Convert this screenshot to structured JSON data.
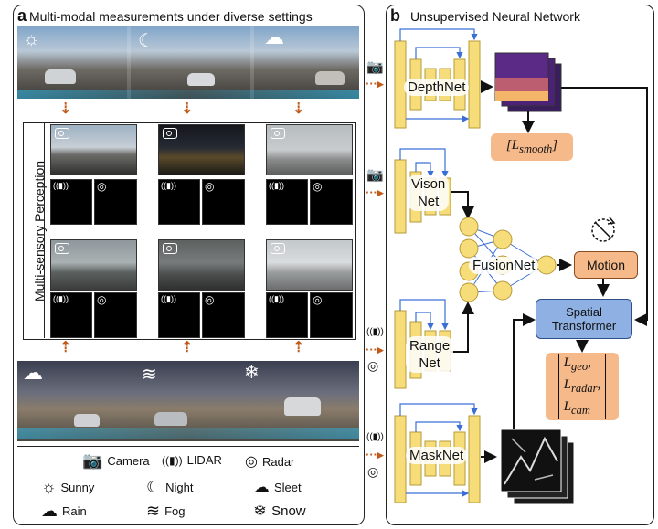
{
  "panel_a": {
    "letter": "a",
    "title": "Multi-modal measurements under diverse settings",
    "side_label": "Multi-sensory Perception",
    "top_weather_icons": [
      "sun-icon",
      "night-icon",
      "sleet-icon"
    ],
    "bottom_weather_icons": [
      "rain-icon",
      "fog-icon",
      "snow-icon"
    ],
    "legend": {
      "sensors": [
        {
          "icon": "camera-icon",
          "glyph": "📷",
          "label": "Camera"
        },
        {
          "icon": "lidar-icon",
          "glyph": "((▮))",
          "label": "LIDAR"
        },
        {
          "icon": "radar-icon",
          "glyph": "◎",
          "label": "Radar"
        }
      ],
      "weather": [
        {
          "icon": "sun-icon",
          "glyph": "☼",
          "label": "Sunny"
        },
        {
          "icon": "night-icon",
          "glyph": "☾",
          "label": "Night"
        },
        {
          "icon": "sleet-icon",
          "glyph": "☁",
          "label": "Sleet"
        },
        {
          "icon": "rain-icon",
          "glyph": "☁",
          "label": "Rain"
        },
        {
          "icon": "fog-icon",
          "glyph": "≋",
          "label": "Fog"
        },
        {
          "icon": "snow-icon",
          "glyph": "❄",
          "label": "Snow"
        }
      ]
    }
  },
  "panel_b": {
    "letter": "b",
    "title": "Unsupervised Neural Network",
    "nets": {
      "depthnet": "DepthNet",
      "visionnet_line1": "Vison",
      "visionnet_line2": "Net",
      "rangenet_line1": "Range",
      "rangenet_line2": "Net",
      "masknet": "MaskNet",
      "fusionnet": "FusionNet"
    },
    "motion": "Motion",
    "spatial_transformer_line1": "Spatial",
    "spatial_transformer_line2": "Transformer",
    "loss_smooth": "[L",
    "loss_smooth_sub": "smooth",
    "loss_geo": "L",
    "loss_geo_sub": "geo",
    "loss_radar": "L",
    "loss_radar_sub": "radar",
    "loss_cam": "L",
    "loss_cam_sub": "cam"
  },
  "colors": {
    "accent_orange": "#c05a1a",
    "box_orange": "#f6b98a",
    "box_blue": "#8fb0e2",
    "net_layer": "#f7dd7a",
    "arrow_blue": "#3b6fd6",
    "node_yellow": "#f7dd7a"
  }
}
